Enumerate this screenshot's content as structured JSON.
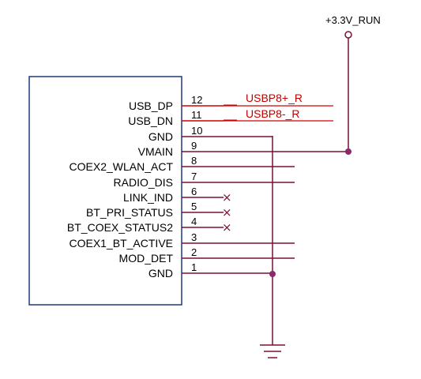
{
  "power_label": "+3.3V_RUN",
  "colors": {
    "wire": "#7a1030",
    "pin_line": "#d00000",
    "net_label": "#c00000",
    "box": "#1f3a78",
    "nc": "#7a1030",
    "junction": "#8a2a6a"
  },
  "pins": [
    {
      "signal": "USB_DP",
      "number": "12"
    },
    {
      "signal": "USB_DN",
      "number": "11"
    },
    {
      "signal": "GND",
      "number": "10"
    },
    {
      "signal": "VMAIN",
      "number": "9"
    },
    {
      "signal": "COEX2_WLAN_ACT",
      "number": "8"
    },
    {
      "signal": "RADIO_DIS",
      "number": "7"
    },
    {
      "signal": "LINK_IND",
      "number": "6"
    },
    {
      "signal": "BT_PRI_STATUS",
      "number": "5"
    },
    {
      "signal": "BT_COEX_STATUS2",
      "number": "4"
    },
    {
      "signal": "COEX1_BT_ACTIVE",
      "number": "3"
    },
    {
      "signal": "MOD_DET",
      "number": "2"
    },
    {
      "signal": "GND",
      "number": "1"
    }
  ],
  "net_labels": {
    "usb_dp": "USBP8+_R",
    "usb_dn": "USBP8-_R"
  },
  "nc_marks": [
    "×",
    "×",
    "×"
  ]
}
